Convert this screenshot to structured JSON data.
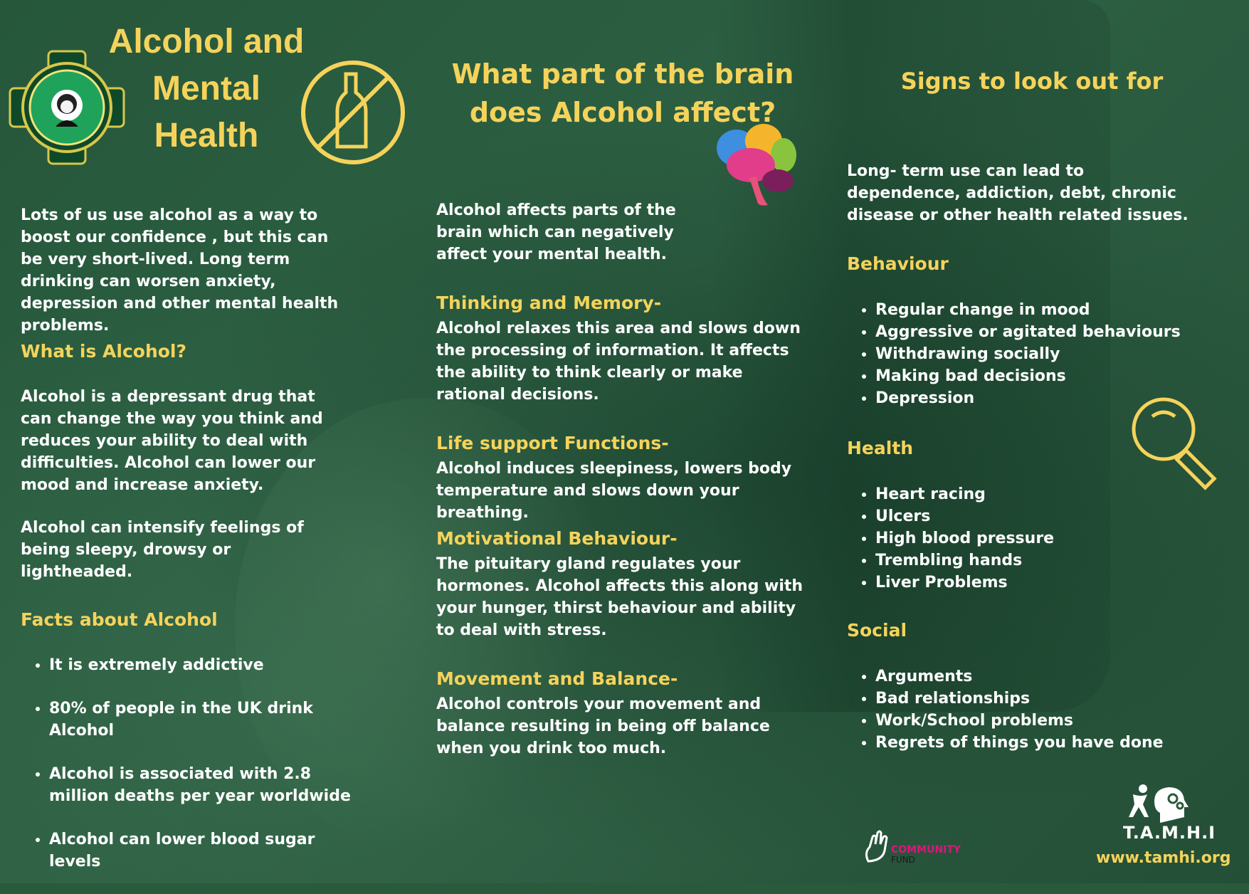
{
  "header": {
    "title": "Alcohol and Mental Health",
    "title_lines": [
      "Alcohol and",
      "Mental",
      "Health"
    ]
  },
  "col1": {
    "intro": "Lots of us use alcohol as a way to boost our confidence , but this can be very short-lived. Long term drinking can worsen anxiety, depression and other mental health problems.",
    "what_heading": "What is Alcohol?",
    "what_p1": "Alcohol is a depressant drug that can change the way you think and reduces your ability to deal with difficulties. Alcohol can lower our mood and increase anxiety.",
    "what_p2": "Alcohol can intensify feelings of being sleepy, drowsy or lightheaded.",
    "facts_heading": "Facts about Alcohol",
    "facts": [
      "It is extremely addictive",
      "80% of people in the UK drink Alcohol",
      "Alcohol is associated with 2.8 million deaths per year worldwide",
      "Alcohol can lower blood sugar levels"
    ]
  },
  "col2": {
    "heading": "What part of the brain does Alcohol affect?",
    "heading_lines": [
      "What part of the brain",
      "does Alcohol affect?"
    ],
    "intro": "Alcohol affects parts of the brain which can negatively affect your mental health.",
    "sections": [
      {
        "title": "Thinking and Memory-",
        "text": "Alcohol relaxes this area and slows down the processing of information. It affects the ability to think clearly or make rational decisions."
      },
      {
        "title": "Life support Functions-",
        "text": "Alcohol induces sleepiness, lowers body temperature and slows down your breathing."
      },
      {
        "title": "Motivational Behaviour-",
        "text": "The pituitary gland regulates your hormones. Alcohol affects this along with your hunger, thirst behaviour and ability to deal with stress."
      },
      {
        "title": "Movement and Balance-",
        "text": "Alcohol controls your movement and balance resulting in being off balance when you drink too much."
      }
    ]
  },
  "col3": {
    "heading": "Signs to look out for",
    "intro": "Long- term use can lead to dependence, addiction, debt, chronic disease or other health related issues.",
    "behaviour_heading": "Behaviour",
    "behaviour": [
      "Regular change in mood",
      "Aggressive or agitated behaviours",
      "Withdrawing socially",
      "Making bad decisions",
      "Depression"
    ],
    "health_heading": "Health",
    "health": [
      "Heart racing",
      "Ulcers",
      "High blood pressure",
      "Trembling hands",
      "Liver Problems"
    ],
    "social_heading": "Social",
    "social": [
      "Arguments",
      "Bad relationships",
      "Work/School problems",
      "Regrets of things you have done"
    ]
  },
  "footer": {
    "community_line1": "COMMUNITY",
    "community_line2": "FUND",
    "tamhi": "T.A.M.H.I",
    "url": "www.tamhi.org"
  },
  "colors": {
    "accent": "#f5d35b",
    "background": "#2a5a3c",
    "text": "#ffffff"
  },
  "icons": [
    "celtic-cross-logo-icon",
    "no-alcohol-icon",
    "brain-icon",
    "magnifier-icon",
    "lottery-hand-icon",
    "tamhi-logo-icon"
  ]
}
